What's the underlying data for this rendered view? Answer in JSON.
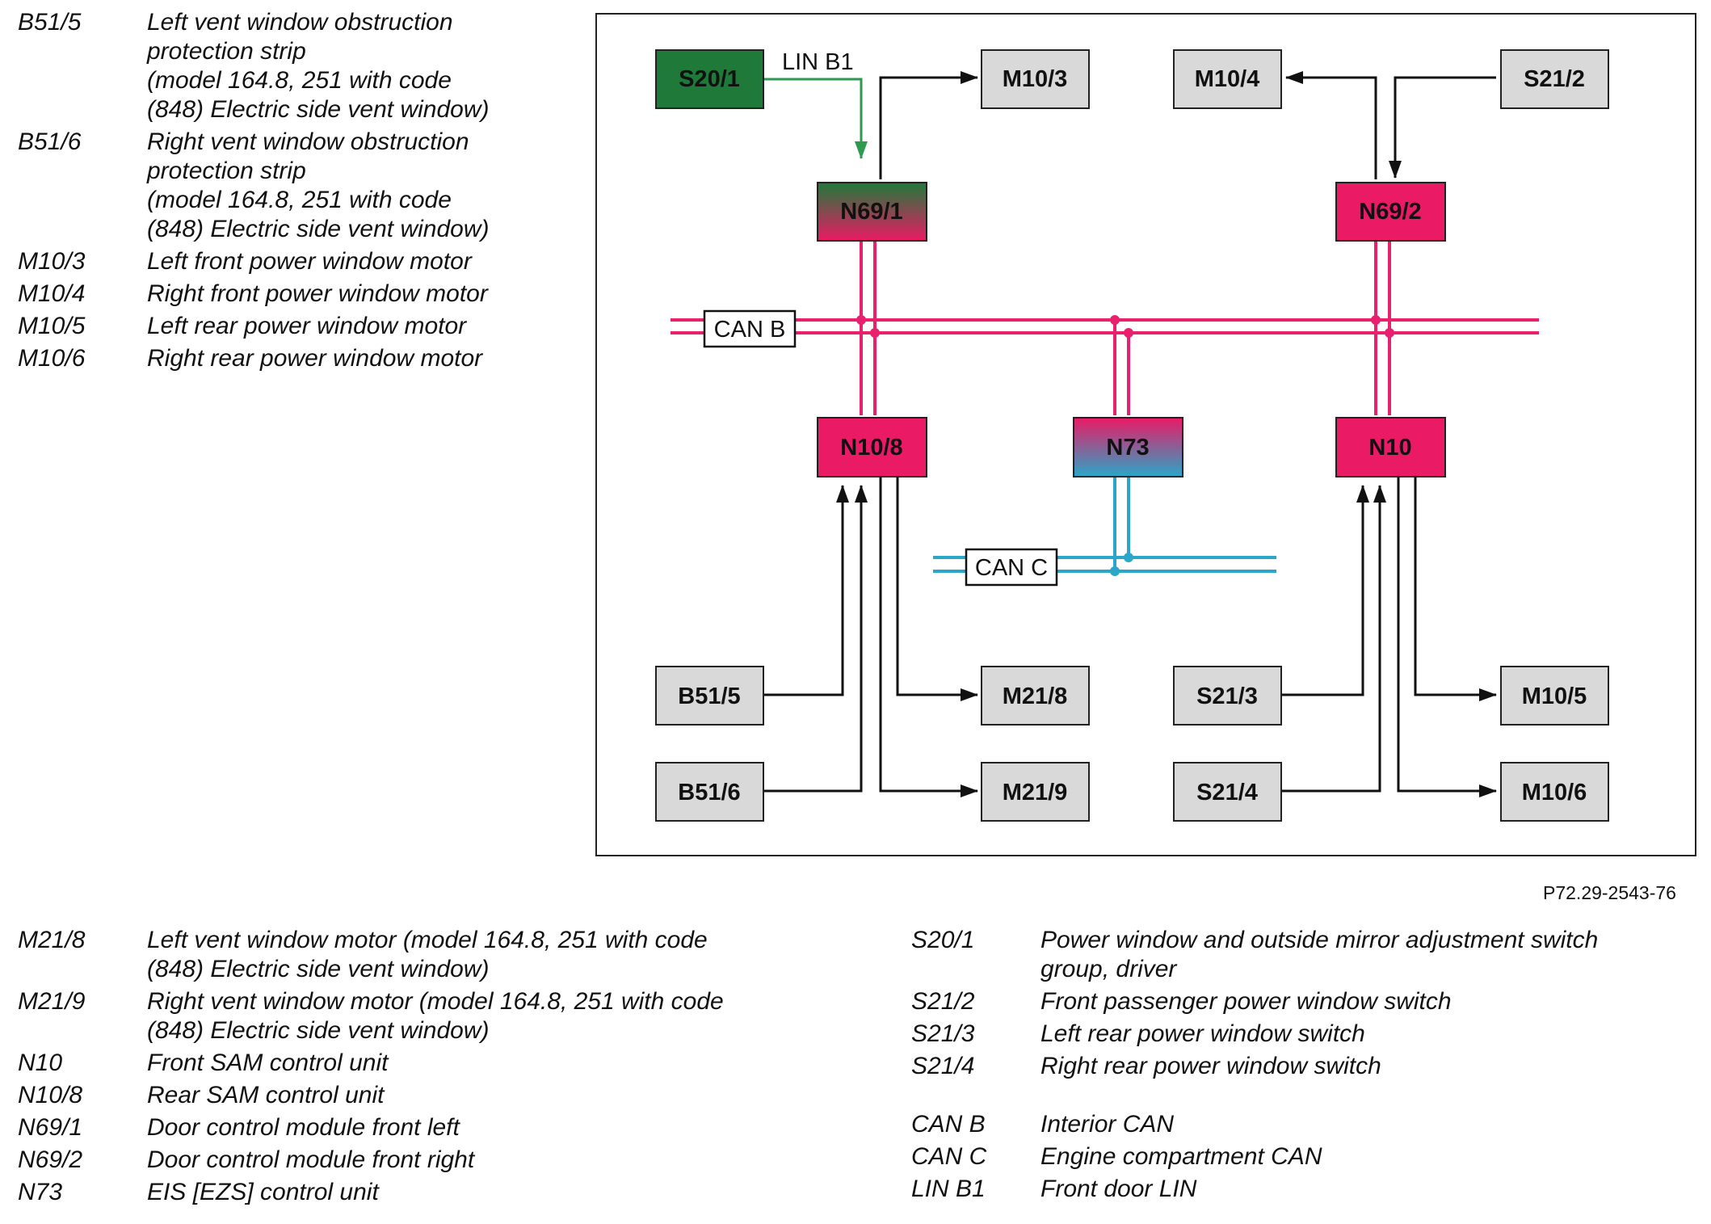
{
  "legend_top": [
    {
      "code": "B51/5",
      "desc": "Left vent window obstruction\nprotection strip\n(model  164.8, 251 with code\n(848) Electric side vent window)"
    },
    {
      "code": "B51/6",
      "desc": "Right vent window obstruction\nprotection strip\n(model  164.8, 251 with code\n(848) Electric side vent window)"
    },
    {
      "code": "M10/3",
      "desc": "Left front power window motor"
    },
    {
      "code": "M10/4",
      "desc": "Right front power window motor"
    },
    {
      "code": "M10/5",
      "desc": "Left rear power window motor"
    },
    {
      "code": "M10/6",
      "desc": "Right rear power window motor"
    }
  ],
  "legend_bottom_left": [
    {
      "code": "M21/8",
      "desc": "Left vent window motor (model  164.8, 251 with code\n(848) Electric side vent window)"
    },
    {
      "code": "M21/9",
      "desc": "Right vent window motor (model  164.8, 251 with code\n(848) Electric side vent window)"
    },
    {
      "code": "N10",
      "desc": "Front SAM control unit"
    },
    {
      "code": "N10/8",
      "desc": "Rear SAM control unit"
    },
    {
      "code": "N69/1",
      "desc": "Door control module front left"
    },
    {
      "code": "N69/2",
      "desc": "Door control module front right"
    },
    {
      "code": "N73",
      "desc": "EIS [EZS] control unit"
    }
  ],
  "legend_bottom_right": [
    {
      "code": "S20/1",
      "desc": "Power window and outside mirror adjustment switch\ngroup, driver"
    },
    {
      "code": "S21/2",
      "desc": "Front passenger power window switch"
    },
    {
      "code": "S21/3",
      "desc": "Left rear power window switch"
    },
    {
      "code": "S21/4",
      "desc": "Right rear power window switch"
    }
  ],
  "legend_bus": [
    {
      "code": "CAN B",
      "desc": "Interior CAN"
    },
    {
      "code": "CAN C",
      "desc": "Engine compartment CAN"
    },
    {
      "code": "LIN B1",
      "desc": "Front door LIN"
    }
  ],
  "figure_id": "P72.29-2543-76",
  "diagram": {
    "nodes": {
      "s20_1": "S20/1",
      "m10_3": "M10/3",
      "m10_4": "M10/4",
      "s21_2": "S21/2",
      "n69_1": "N69/1",
      "n69_2": "N69/2",
      "n10_8": "N10/8",
      "n73": "N73",
      "n10": "N10",
      "b51_5": "B51/5",
      "b51_6": "B51/6",
      "m21_8": "M21/8",
      "m21_9": "M21/9",
      "s21_3": "S21/3",
      "s21_4": "S21/4",
      "m10_5": "M10/5",
      "m10_6": "M10/6"
    },
    "bus_labels": {
      "can_b": "CAN B",
      "can_c": "CAN C",
      "lin_b1": "LIN B1"
    },
    "colors": {
      "can_b": "#e8206e",
      "can_c": "#2aa6c8",
      "lin": "#2e9a50",
      "green_box": "#1f7a3a",
      "pink_box": "#ea1a64",
      "grey_box": "#d9d9d9"
    }
  }
}
